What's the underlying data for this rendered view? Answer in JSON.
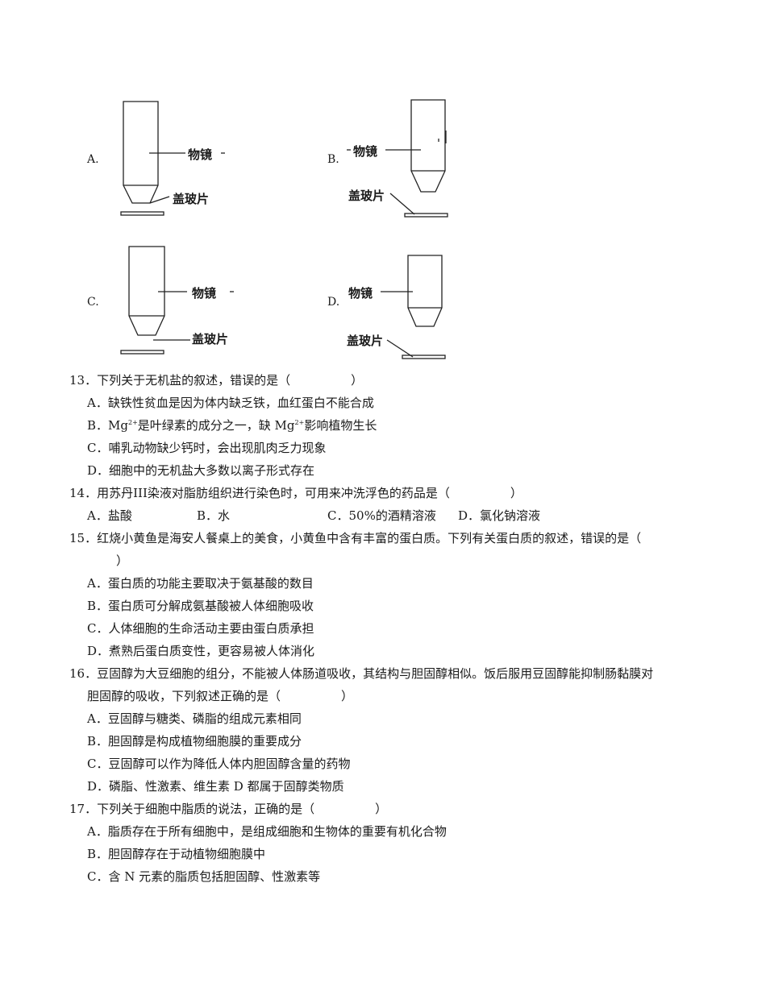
{
  "figure": {
    "options": [
      {
        "label": "A.",
        "objective_label": "物镜",
        "slide_label": "盖玻片"
      },
      {
        "label": "B.",
        "objective_label": "物镜",
        "slide_label": "盖玻片"
      },
      {
        "label": "C.",
        "objective_label": "物镜",
        "slide_label": "盖玻片"
      },
      {
        "label": "D.",
        "objective_label": "物镜",
        "slide_label": "盖玻片"
      }
    ]
  },
  "questions": {
    "q13": {
      "stem": "13．下列关于无机盐的叙述，错误的是（　　　　　）",
      "a": "A．缺铁性贫血是因为体内缺乏铁，血红蛋白不能合成",
      "b_prefix": "B．Mg",
      "b_sup1": "2+",
      "b_mid": "是叶绿素的成分之一，缺 Mg",
      "b_sup2": "2+",
      "b_suffix": "影响植物生长",
      "c": "C．哺乳动物缺少钙时，会出现肌肉乏力现象",
      "d": "D．细胞中的无机盐大多数以离子形式存在"
    },
    "q14": {
      "stem": "14．用苏丹III染液对脂肪组织进行染色时，可用来冲洗浮色的药品是（　　　　　）",
      "a": "A．盐酸",
      "b": "B．水",
      "c": "C．50%的酒精溶液",
      "d": "D．氯化钠溶液"
    },
    "q15": {
      "stem": "15．红烧小黄鱼是海安人餐桌上的美食，小黄鱼中含有丰富的蛋白质。下列有关蛋白质的叙述，错误的是（",
      "stem_cont": "）",
      "a": "A．蛋白质的功能主要取决于氨基酸的数目",
      "b": "B．蛋白质可分解成氨基酸被人体细胞吸收",
      "c": "C．人体细胞的生命活动主要由蛋白质承担",
      "d": "D．煮熟后蛋白质变性，更容易被人体消化"
    },
    "q16": {
      "stem": "16．豆固醇为大豆细胞的组分，不能被人体肠道吸收，其结构与胆固醇相似。饭后服用豆固醇能抑制肠黏膜对",
      "stem_cont": "胆固醇的吸收，下列叙述正确的是（　　　　　）",
      "a": "A．豆固醇与糖类、磷脂的组成元素相同",
      "b": "B．胆固醇是构成植物细胞膜的重要成分",
      "c": "C．豆固醇可以作为降低人体内胆固醇含量的药物",
      "d": "D．磷脂、性激素、维生素 D 都属于固醇类物质"
    },
    "q17": {
      "stem": "17．下列关于细胞中脂质的说法，正确的是（　　　　　）",
      "a": "A．脂质存在于所有细胞中，是组成细胞和生物体的重要有机化合物",
      "b": "B．胆固醇存在于动植物细胞膜中",
      "c": "C．含 N 元素的脂质包括胆固醇、性激素等"
    }
  }
}
